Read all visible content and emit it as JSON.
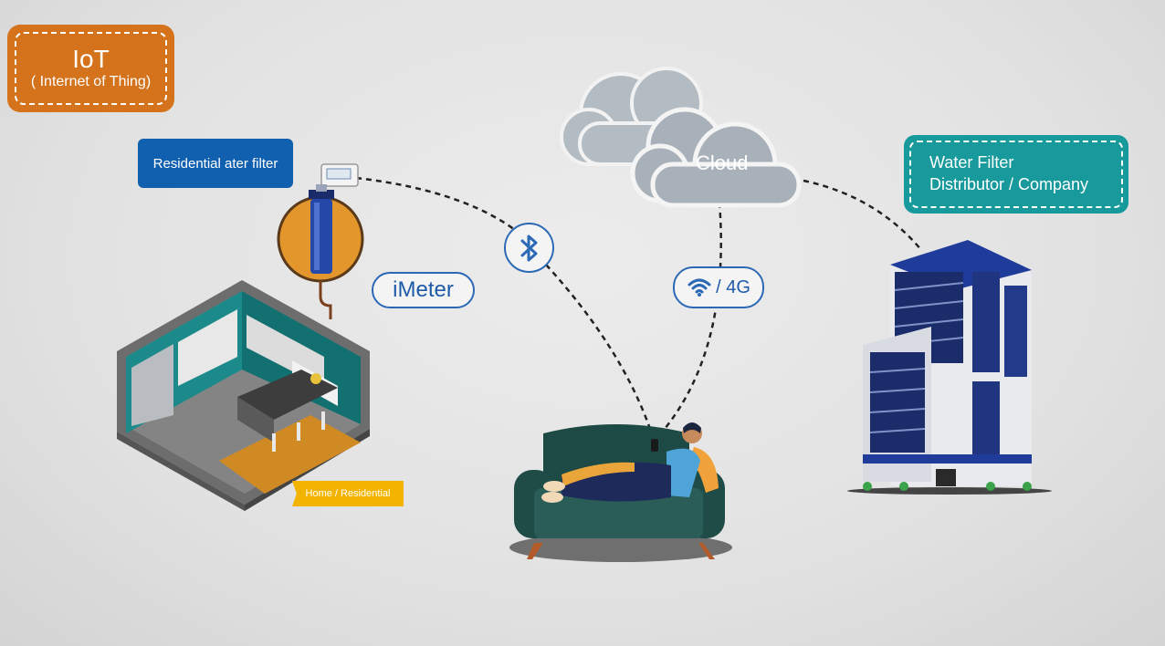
{
  "iot": {
    "title": "IoT",
    "subtitle": "( Internet of Thing)"
  },
  "residential_label": "Residential ater filter",
  "imeter_label": "iMeter",
  "cloud_label": "Cloud",
  "network_label": "/ 4G",
  "distributor": {
    "line1": "Water Filter",
    "line2": "Distributor / Company"
  },
  "home_label": "Home / Residential",
  "icons": [
    "bluetooth-icon",
    "wifi-icon",
    "cloud-icon",
    "water-filter-icon",
    "meter-device-icon",
    "kitchen-illustration",
    "sofa-person-illustration",
    "office-building-illustration"
  ],
  "colors": {
    "orange": "#d4731c",
    "blue": "#1160b0",
    "teal": "#189a9c",
    "accent_blue": "#2b68b5",
    "yellow": "#f2b400"
  }
}
